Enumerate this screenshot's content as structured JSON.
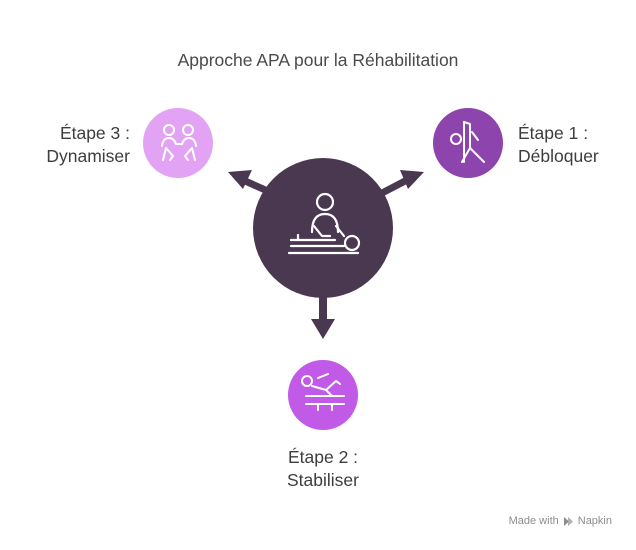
{
  "title": "Approche APA pour la Réhabilitation",
  "center": {
    "icon": "therapist-massage-icon",
    "color": "#4a3851"
  },
  "steps": [
    {
      "id": "step1",
      "line1": "Étape 1 :",
      "line2": "Débloquer",
      "icon": "yoga-stretch-icon",
      "color": "#8e44ad"
    },
    {
      "id": "step2",
      "line1": "Étape 2 :",
      "line2": "Stabiliser",
      "icon": "reclining-exercise-icon",
      "color": "#c15ae6"
    },
    {
      "id": "step3",
      "line1": "Étape 3 :",
      "line2": "Dynamiser",
      "icon": "partner-exercise-icon",
      "color": "#e3a3f5"
    }
  ],
  "colors": {
    "arrow": "#4a3851",
    "icon_stroke": "#ffffff"
  },
  "watermark": {
    "prefix": "Made with",
    "brand": "Napkin"
  }
}
